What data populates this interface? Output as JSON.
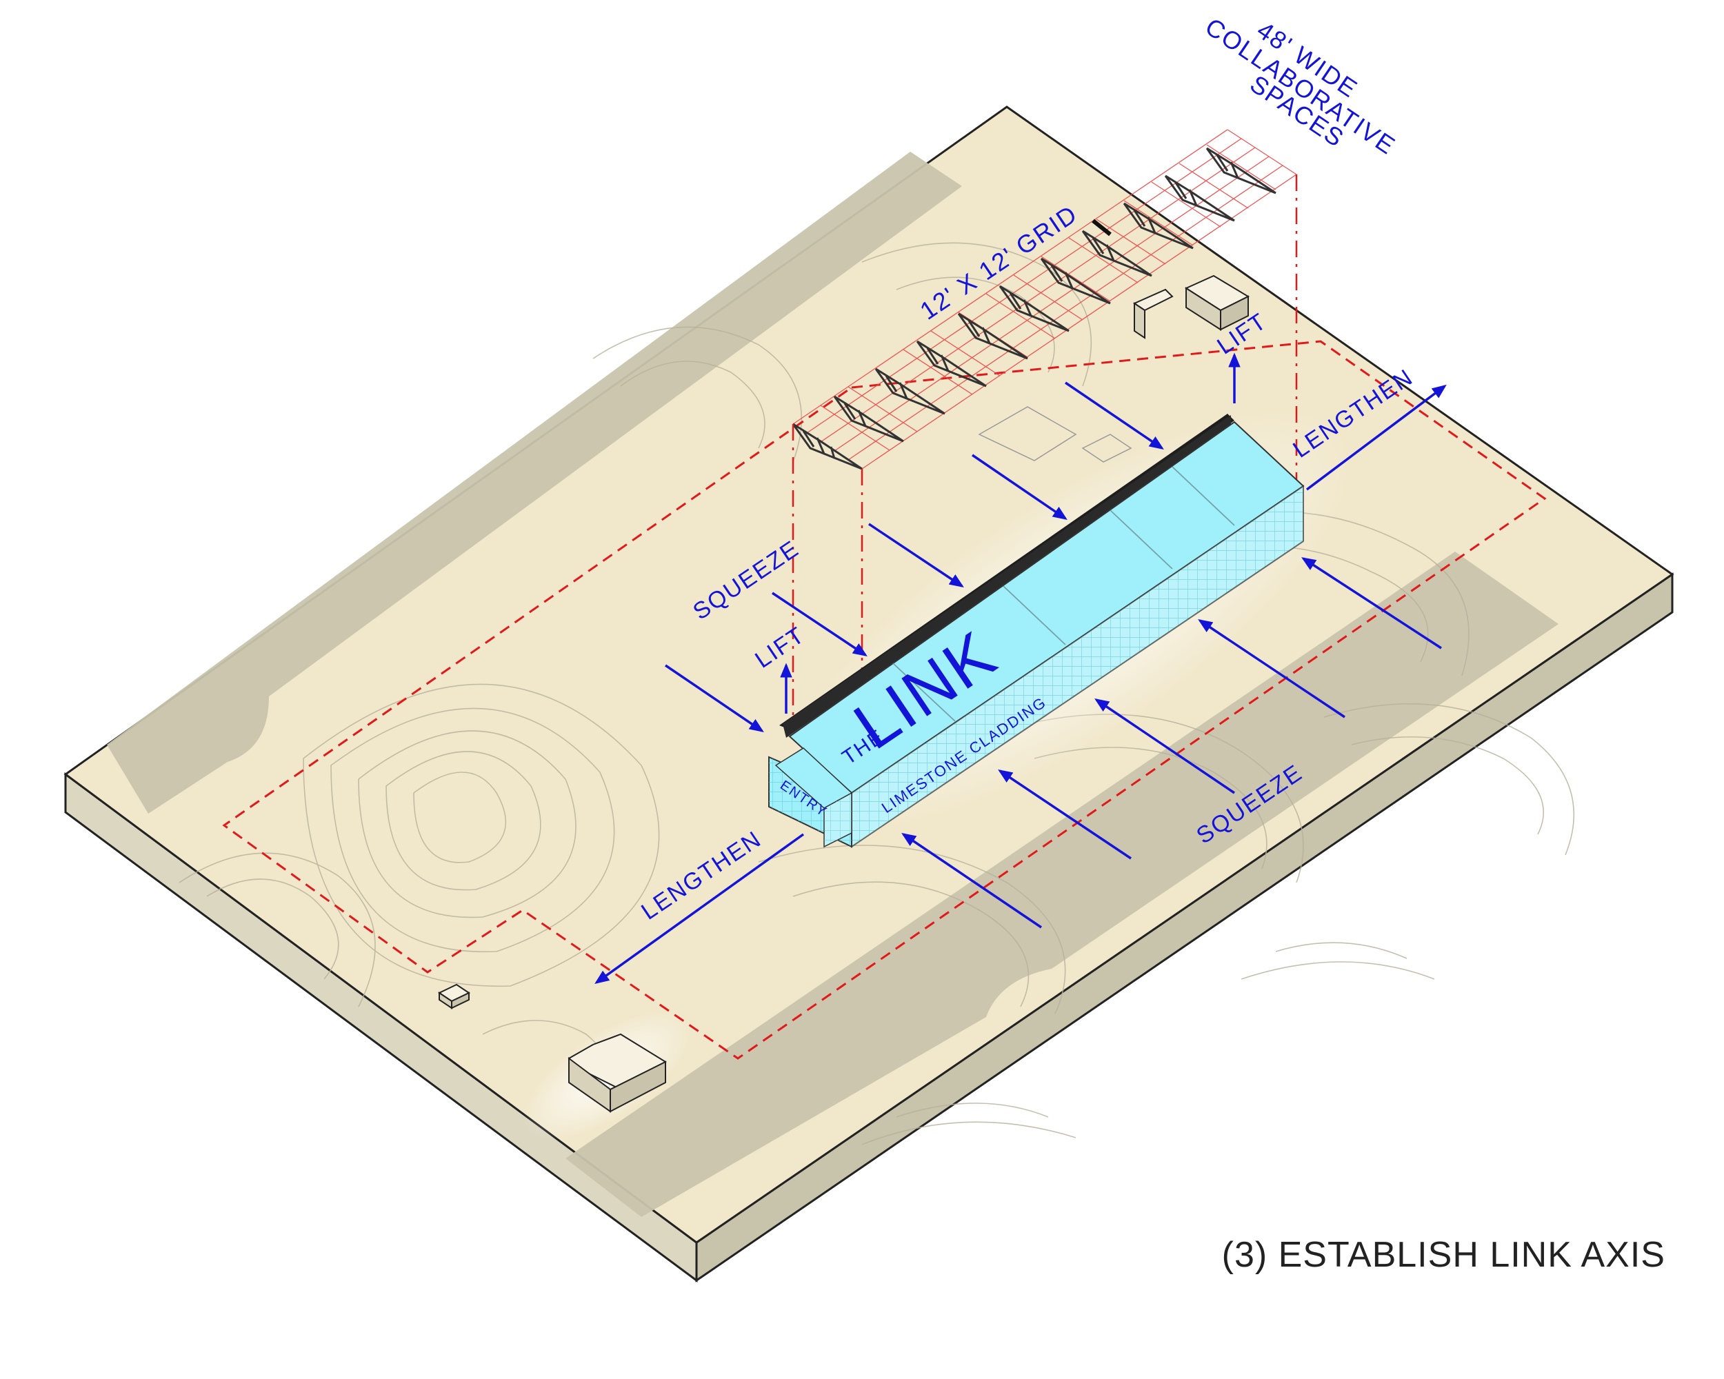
{
  "caption": "(3) ESTABLISH LINK AXIS",
  "labels": {
    "collab_line1": "48' WIDE",
    "collab_line2": "COLLABORATIVE",
    "collab_line3": "SPACES",
    "grid": "12' X 12' GRID",
    "lift_right": "LIFT",
    "lift_left": "LIFT",
    "lengthen_right": "LENGTHEN",
    "lengthen_left": "LENGTHEN",
    "squeeze_left": "SQUEEZE",
    "squeeze_right": "SQUEEZE",
    "the": "THE",
    "link": "LINK",
    "limestone": "LIMESTONE CLADDING",
    "entry": "ENTRY"
  },
  "colors": {
    "ground": "#f1e8cc",
    "road": "#c9c4ad",
    "slab_side_front": "#c8c3ab",
    "slab_side_left": "#dcd7c1",
    "building_cyan": "#9ff0fb",
    "building_dark": "#1e1e1e",
    "annotation_blue": "#1414d9",
    "boundary_red": "#e01a1a"
  }
}
